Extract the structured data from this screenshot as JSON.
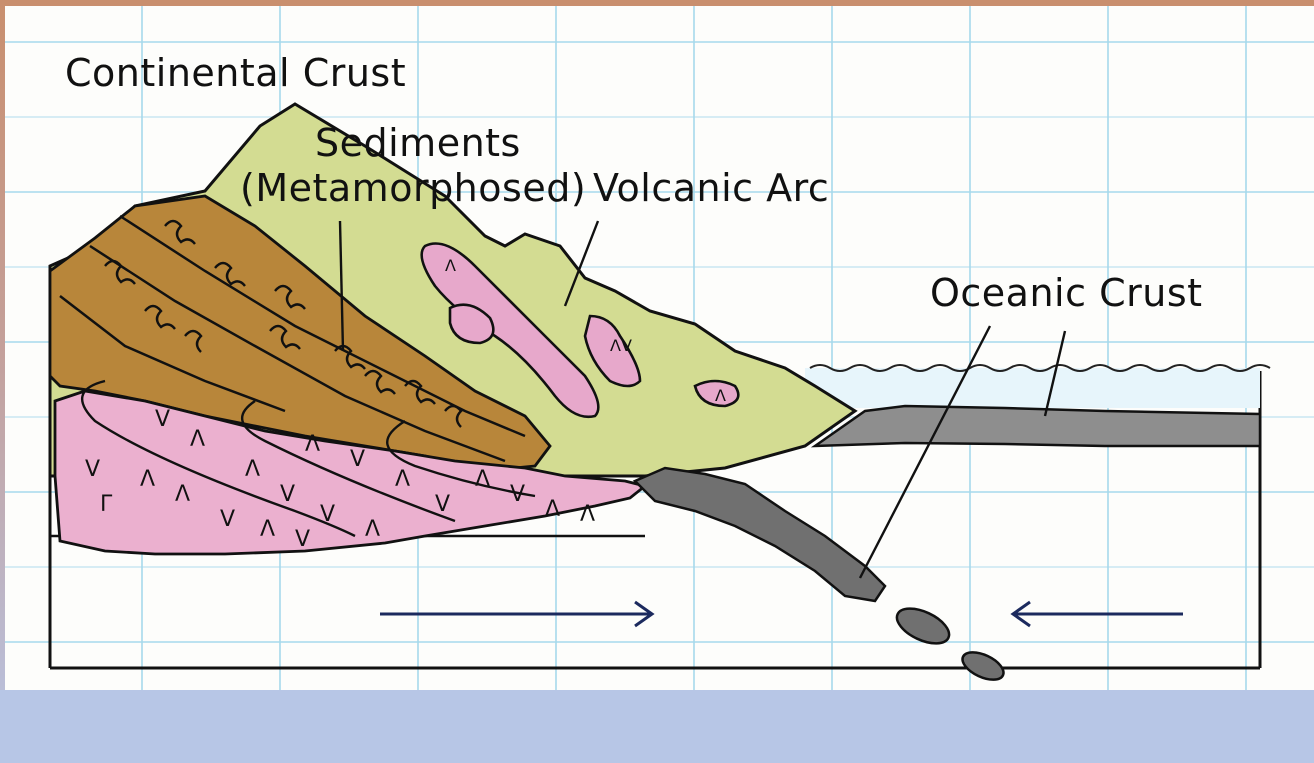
{
  "diagram": {
    "labels": {
      "continental_crust": "Continental Crust",
      "sediments": "Sediments",
      "metamorphosed": "(Metamorphosed)",
      "volcanic_arc": "Volcanic Arc",
      "oceanic_crust": "Oceanic Crust"
    },
    "colors": {
      "sediment": "#b8853a",
      "volcanic_green": "#cdd98a",
      "magma_pink": "#e9a9cc",
      "oceanic_gray": "#8a8a8a",
      "grid_line": "#9fd6ea"
    }
  }
}
